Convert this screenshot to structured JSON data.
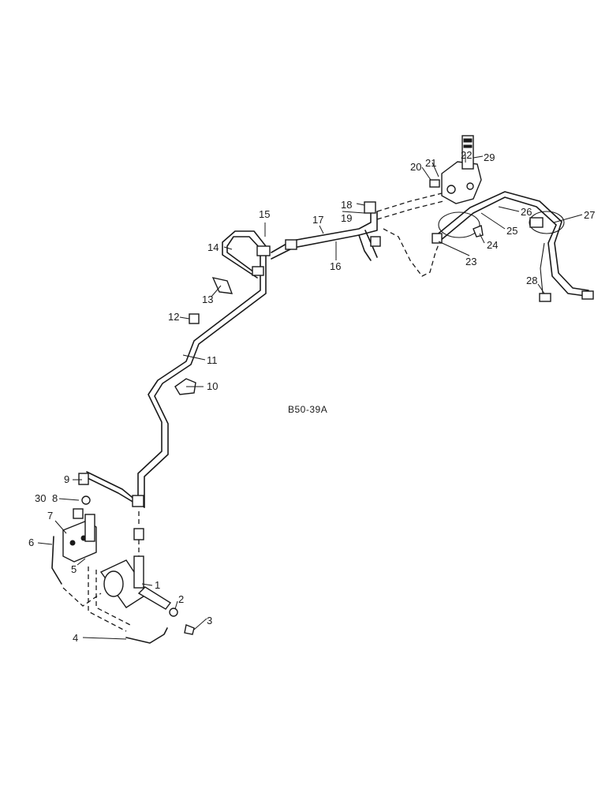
{
  "diagram": {
    "reference": "B50-39A",
    "callouts": [
      "1",
      "2",
      "3",
      "4",
      "5",
      "6",
      "7",
      "8",
      "9",
      "10",
      "11",
      "12",
      "13",
      "14",
      "15",
      "16",
      "17",
      "18",
      "19",
      "20",
      "21",
      "22",
      "23",
      "24",
      "25",
      "26",
      "27",
      "28",
      "29",
      "30"
    ]
  }
}
